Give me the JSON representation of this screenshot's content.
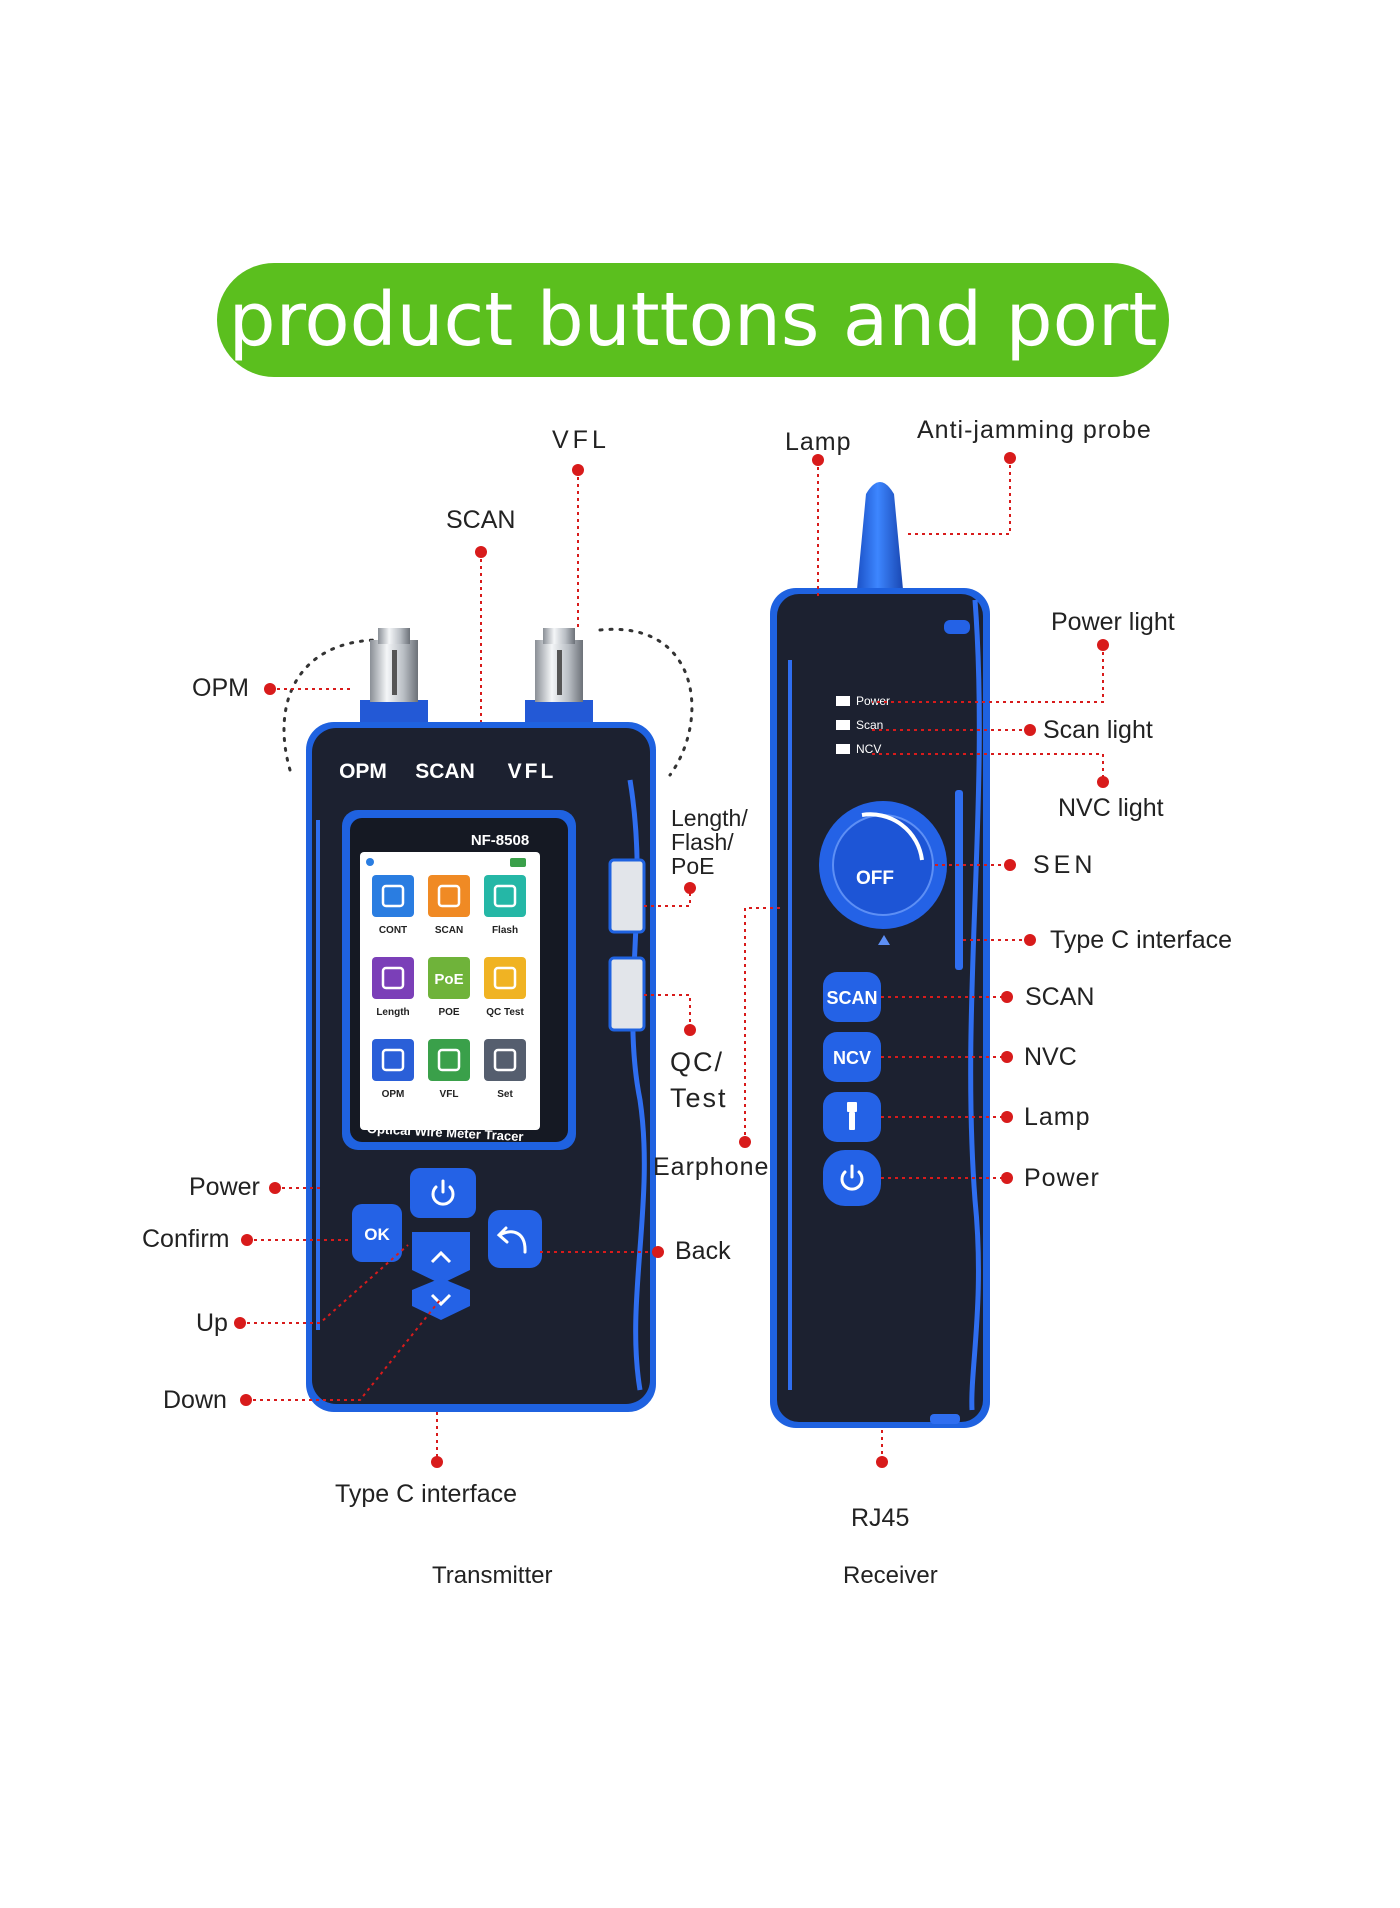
{
  "title": "product buttons and port",
  "colors": {
    "banner": "#5bbf1e",
    "device_body": "#1c2130",
    "accent_blue": "#1f62e0",
    "leader": "#d81b1b"
  },
  "transmitter": {
    "caption": "Transmitter",
    "model": "NF-8508",
    "screen_footer": "Optical Wire Meter Tracer",
    "top_ports": [
      "OPM",
      "SCAN",
      "VFL"
    ],
    "menu": [
      {
        "label": "CONT",
        "icon": "network-port-icon",
        "color": "#2a7de1"
      },
      {
        "label": "SCAN",
        "icon": "magnifier-icon",
        "color": "#f08a24"
      },
      {
        "label": "Flash",
        "icon": "port-flash-icon",
        "color": "#25b7a6"
      },
      {
        "label": "Length",
        "icon": "ruler-icon",
        "color": "#7b3fb8"
      },
      {
        "label": "POE",
        "icon": "poe-icon",
        "color": "#6fb33a",
        "tile_text": "PoE"
      },
      {
        "label": "QC Test",
        "icon": "qc-port-icon",
        "color": "#f0b323"
      },
      {
        "label": "OPM",
        "icon": "opm-meter-icon",
        "color": "#2a5fd8"
      },
      {
        "label": "VFL",
        "icon": "vfl-laser-icon",
        "color": "#3aa04a"
      },
      {
        "label": "Set",
        "icon": "gear-icon",
        "color": "#555e6e"
      }
    ],
    "buttons": {
      "ok": "OK"
    },
    "callouts": {
      "vfl": "VFL",
      "scan": "SCAN",
      "opm": "OPM",
      "length_flash_poe": [
        "Length/",
        "Flash/",
        "PoE"
      ],
      "qc_test": [
        "QC/",
        "Test"
      ],
      "power": "Power",
      "confirm": "Confirm",
      "up": "Up",
      "down": "Down",
      "back": "Back",
      "type_c": "Type C interface",
      "earphone": "Earphone"
    }
  },
  "receiver": {
    "caption": "Receiver",
    "indicators": [
      "Power",
      "Scan",
      "NCV"
    ],
    "knob_label": "OFF",
    "buttons": [
      "SCAN",
      "NCV"
    ],
    "callouts": {
      "lamp_top": "Lamp",
      "anti_jamming": "Anti-jamming probe",
      "power_light": "Power light",
      "scan_light": "Scan light",
      "nvc_light": "NVC light",
      "sen": "SEN",
      "type_c": "Type C interface",
      "scan": "SCAN",
      "nvc": "NVC",
      "lamp": "Lamp",
      "power": "Power",
      "rj45": "RJ45"
    }
  }
}
